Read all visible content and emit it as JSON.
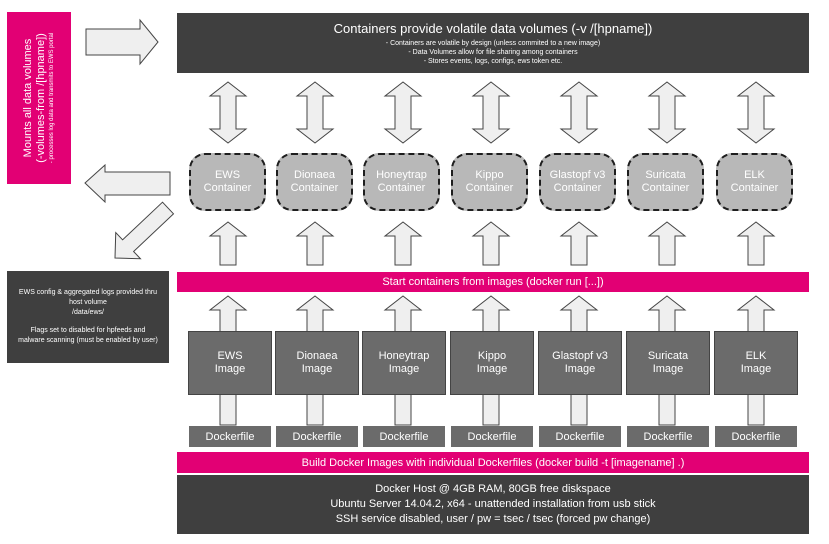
{
  "top_banner": {
    "title": "Containers provide volatile data volumes (-v /[hpname])",
    "bullets": [
      "- Containers are volatile by design (unless commited to a new image)",
      "- Data Volumes allow for file sharing among containers",
      "- Stores events, logs, configs, ews token etc."
    ]
  },
  "containers": [
    {
      "line1": "EWS",
      "line2": "Container"
    },
    {
      "line1": "Dionaea",
      "line2": "Container"
    },
    {
      "line1": "Honeytrap",
      "line2": "Container"
    },
    {
      "line1": "Kippo",
      "line2": "Container"
    },
    {
      "line1": "Glastopf v3",
      "line2": "Container"
    },
    {
      "line1": "Suricata",
      "line2": "Container"
    },
    {
      "line1": "ELK",
      "line2": "Container"
    }
  ],
  "start_bar": "Start containers from images (docker run [...])",
  "images": [
    {
      "line1": "EWS",
      "line2": "Image"
    },
    {
      "line1": "Dionaea",
      "line2": "Image"
    },
    {
      "line1": "Honeytrap",
      "line2": "Image"
    },
    {
      "line1": "Kippo",
      "line2": "Image"
    },
    {
      "line1": "Glastopf v3",
      "line2": "Image"
    },
    {
      "line1": "Suricata",
      "line2": "Image"
    },
    {
      "line1": "ELK",
      "line2": "Image"
    }
  ],
  "dockerfile_label": "Dockerfile",
  "build_bar": "Build Docker Images with individual Dockerfiles (docker build -t [imagename] .)",
  "host": {
    "line1": "Docker Host @ 4GB RAM, 80GB free diskspace",
    "line2": "Ubuntu Server 14.04.2, x64 - unattended installation from usb stick",
    "line3": "SSH service disabled, user / pw = tsec / tsec (forced pw change)"
  },
  "mounts": {
    "line1": "Mounts all data volumes",
    "line2": "(-volumes-from /[hpname])",
    "line3": "- processes log data and transmits to EWS portal"
  },
  "ews_box": {
    "line1": "EWS config & aggregated logs provided thru",
    "line2": "host volume",
    "line3": "/data/ews/",
    "line4": "Flags set to disabled for hpfeeds and",
    "line5": "malware scanning (must be enabled by user)"
  },
  "colors": {
    "dark": "#3f3f3f",
    "magenta": "#e20074",
    "container": "#b8b8b8",
    "image": "#6b6b6b",
    "arrow": "#efefef"
  }
}
